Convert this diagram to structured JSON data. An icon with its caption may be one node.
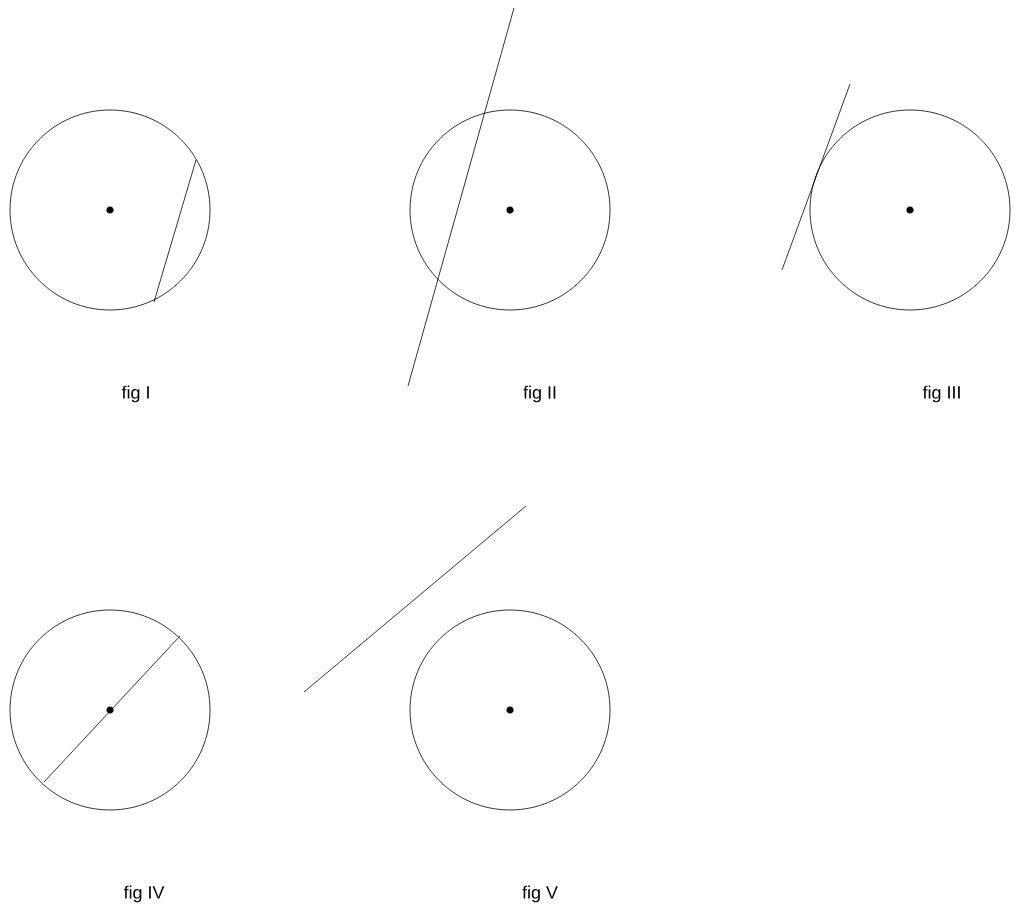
{
  "diagram": {
    "nodes": [
      {
        "text": [],
        "shape": "circle"
      },
      {
        "text": [],
        "shape": "circle"
      },
      {
        "text": [],
        "shape": "circle"
      },
      {
        "text": [],
        "shape": "circle"
      },
      {
        "text": [],
        "shape": "circle"
      }
    ],
    "labels": [
      "fig I",
      "fig II",
      "fig III",
      "fig IV",
      "fig V"
    ]
  }
}
